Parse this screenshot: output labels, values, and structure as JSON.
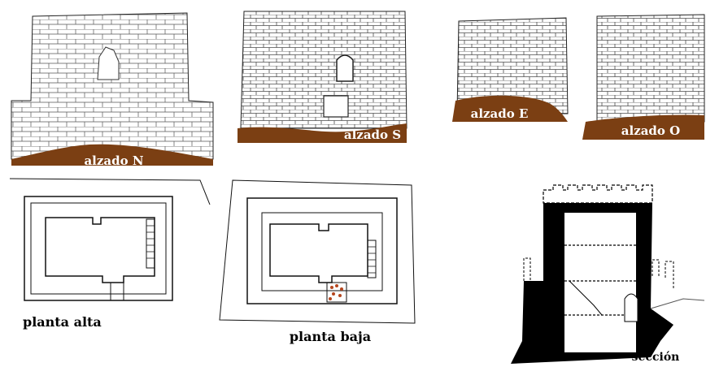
{
  "elevations": {
    "north": "alzado N",
    "south": "alzado S",
    "east": "alzado E",
    "west": "alzado O"
  },
  "plans": {
    "upper": "planta alta",
    "ground": "planta baja"
  },
  "section": "sección",
  "colors": {
    "ground_fill": "#7b3f13",
    "label_text_on_ground": "#ffffff",
    "ink": "#000000",
    "stone_line": "#555555",
    "door_detail": "#b5461e"
  }
}
